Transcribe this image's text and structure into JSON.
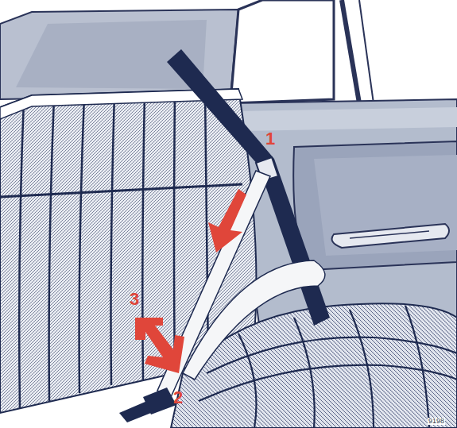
{
  "diagram": {
    "labels": [
      "1",
      "2",
      "3",
      "9198"
    ]
  }
}
